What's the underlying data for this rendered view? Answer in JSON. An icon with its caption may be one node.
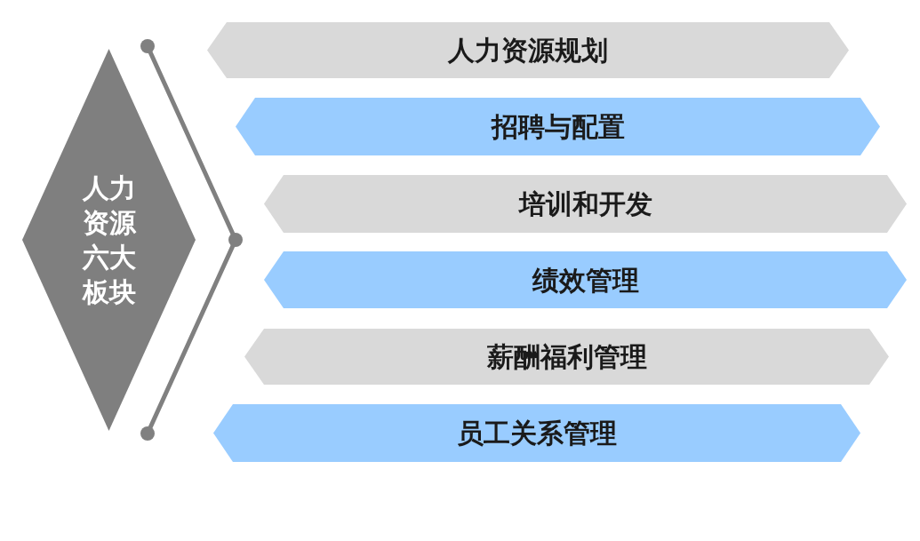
{
  "diagram": {
    "nodes": [
      {
        "text": [
          "人力资源六大板块"
        ]
      },
      {
        "text": [
          "人力资源规划"
        ]
      },
      {
        "text": [
          "招聘与配置"
        ]
      },
      {
        "text": [
          "培训和开发"
        ]
      },
      {
        "text": [
          "绩效管理"
        ]
      },
      {
        "text": [
          "薪酬福利管理"
        ]
      },
      {
        "text": [
          "员工关系管理"
        ]
      }
    ]
  }
}
